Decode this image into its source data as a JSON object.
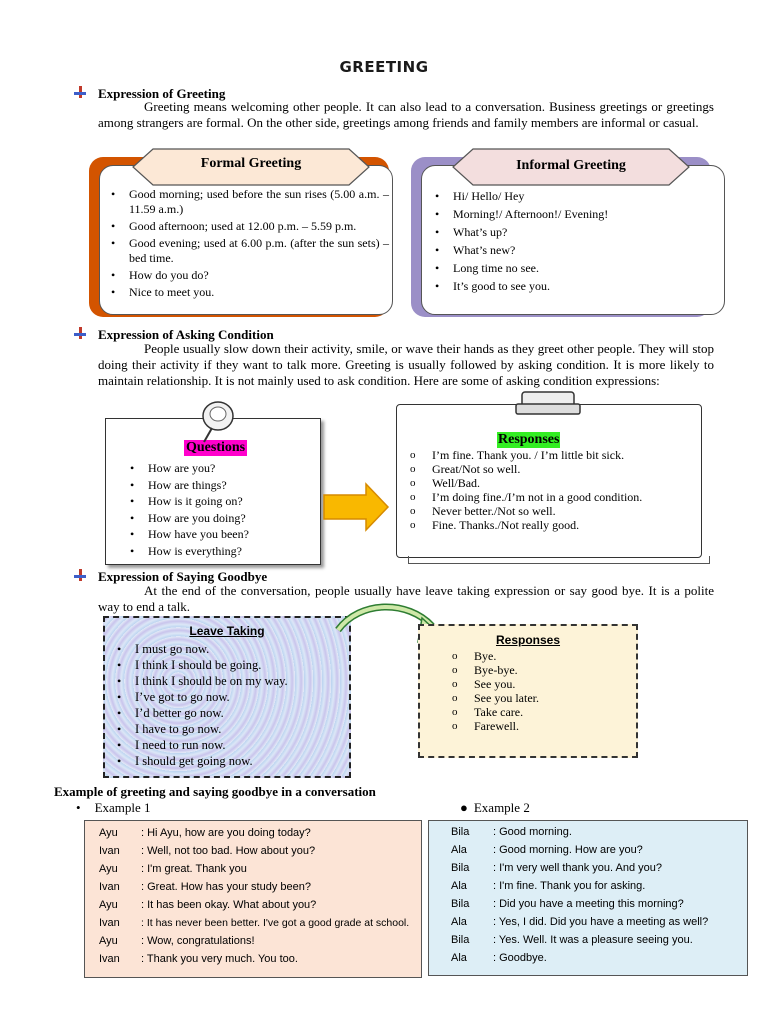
{
  "title": "GREETING",
  "section1": {
    "heading": "Expression of Greeting",
    "paragraph": "Greeting means welcoming other people. It can also lead to a conversation. Business greetings or greetings among strangers are formal. On the other side, greetings among friends and family members are informal or casual."
  },
  "formal": {
    "title": "Formal Greeting",
    "items": [
      "Good morning; used before the sun rises (5.00 a.m. – 11.59 a.m.)",
      "Good afternoon; used at 12.00 p.m. – 5.59 p.m.",
      "Good evening; used at 6.00 p.m. (after the sun sets) – bed time.",
      "How do you do?",
      "Nice to meet you."
    ]
  },
  "informal": {
    "title": "Informal Greeting",
    "items": [
      "Hi/ Hello/ Hey",
      "Morning!/ Afternoon!/ Evening!",
      "What’s up?",
      "What’s new?",
      "Long time no see.",
      "It’s good to see you."
    ]
  },
  "section2": {
    "heading": "Expression of Asking Condition",
    "paragraph": "People usually slow down their activity, smile, or wave their hands as they greet other people. They will stop doing their activity if they want to talk more. Greeting is usually followed by asking condition. It is more likely to maintain relationship. It is not mainly used to ask condition. Here are some of asking condition expressions:"
  },
  "questions": {
    "title": "Questions",
    "items": [
      "How are you?",
      "How are things?",
      "How is it going on?",
      "How are you doing?",
      "How have you been?",
      "How is everything?"
    ]
  },
  "responses1": {
    "title": "Responses",
    "items": [
      "I’m fine. Thank you. / I’m little bit sick.",
      "Great/Not so well.",
      "Well/Bad.",
      "I’m doing fine./I’m not in a good condition.",
      "Never better./Not so well.",
      "Fine. Thanks./Not really good."
    ]
  },
  "section3": {
    "heading": "Expression of Saying Goodbye",
    "paragraph": "At the end of the conversation, people usually have leave taking expression or say good bye. It is a polite way to end a talk."
  },
  "leave": {
    "title": "Leave Taking",
    "items": [
      "I must go now.",
      "I think I should be going.",
      "I think I should be on my way.",
      "I’ve got to go now.",
      "I’d better go now.",
      "I have to go now.",
      "I need to run now.",
      "I should get going now."
    ]
  },
  "responses2": {
    "title": "Responses",
    "items": [
      "Bye.",
      "Bye-bye.",
      "See you.",
      "See you later.",
      "Take care.",
      "Farewell."
    ]
  },
  "example_heading": "Example of greeting and saying goodbye in a conversation",
  "example1": {
    "label": "Example 1",
    "lines": [
      {
        "speaker": "Ayu",
        "text": ": Hi Ayu, how are you doing today?"
      },
      {
        "speaker": "Ivan",
        "text": ": Well, not too bad. How about you?"
      },
      {
        "speaker": "Ayu",
        "text": ": I'm great. Thank you"
      },
      {
        "speaker": "Ivan",
        "text": ": Great. How has your study been?"
      },
      {
        "speaker": "Ayu",
        "text": ": It has been okay. What about you?"
      },
      {
        "speaker": "Ivan",
        "text": ": It has never been better. I've got a good grade at school."
      },
      {
        "speaker": "Ayu",
        "text": ": Wow, congratulations!"
      },
      {
        "speaker": "Ivan",
        "text": ": Thank you very much. You too."
      }
    ]
  },
  "example2": {
    "label": "Example 2",
    "lines": [
      {
        "speaker": "Bila",
        "text": ": Good morning."
      },
      {
        "speaker": "Ala",
        "text": ": Good morning. How are you?"
      },
      {
        "speaker": "Bila",
        "text": ": I'm very well thank you. And you?"
      },
      {
        "speaker": "Ala",
        "text": ": I'm fine. Thank you for asking."
      },
      {
        "speaker": "Bila",
        "text": ": Did you have a meeting this morning?"
      },
      {
        "speaker": "Ala",
        "text": ": Yes, I did. Did you have a meeting as well?"
      },
      {
        "speaker": "Bila",
        "text": ": Yes. Well. It was a pleasure seeing you."
      },
      {
        "speaker": "Ala",
        "text": ": Goodbye."
      }
    ]
  },
  "colors": {
    "formal_tab": "#fce8d6",
    "formal_back": "#d35400",
    "informal_back": "#9b8fc7",
    "informal_tab": "#f3dede",
    "questions_hl": "#ff00cc",
    "responses_hl": "#33ee22",
    "arrow": "#f9b800",
    "ex1_bg": "#fce4d6",
    "ex2_bg": "#ddeef6"
  }
}
